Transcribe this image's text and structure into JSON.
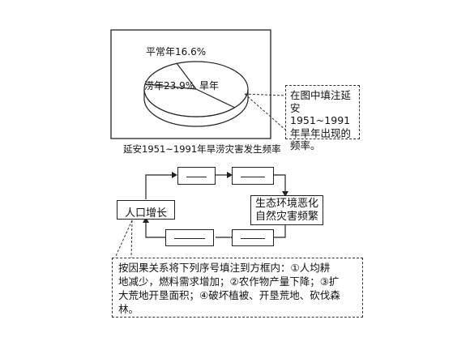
{
  "pie": {
    "label_normal": "平常年16.6%",
    "label_flood": "涝年23.9%",
    "label_drought": "旱年",
    "caption": "延安1951~1991年旱涝灾害发生频率"
  },
  "callout_top": {
    "lines": [
      "在图中填注延",
      "安1951~1991",
      "年旱年出现的",
      "频率。"
    ]
  },
  "flow": {
    "population": "人口增长",
    "eco_line1": "生态环境恶化",
    "eco_line2": "自然灾害频繁"
  },
  "callout_bottom": {
    "lines": [
      "按因果关系将下列序号填注到方框内：①人均耕",
      "地减少，燃料需求增加；②农作物产量下降；③扩",
      "大荒地开垦面积；④破坏植被、开垦荒地、砍伐森",
      "林。"
    ]
  },
  "colors": {
    "line": "#222222",
    "pie_top": "#ffffff"
  }
}
